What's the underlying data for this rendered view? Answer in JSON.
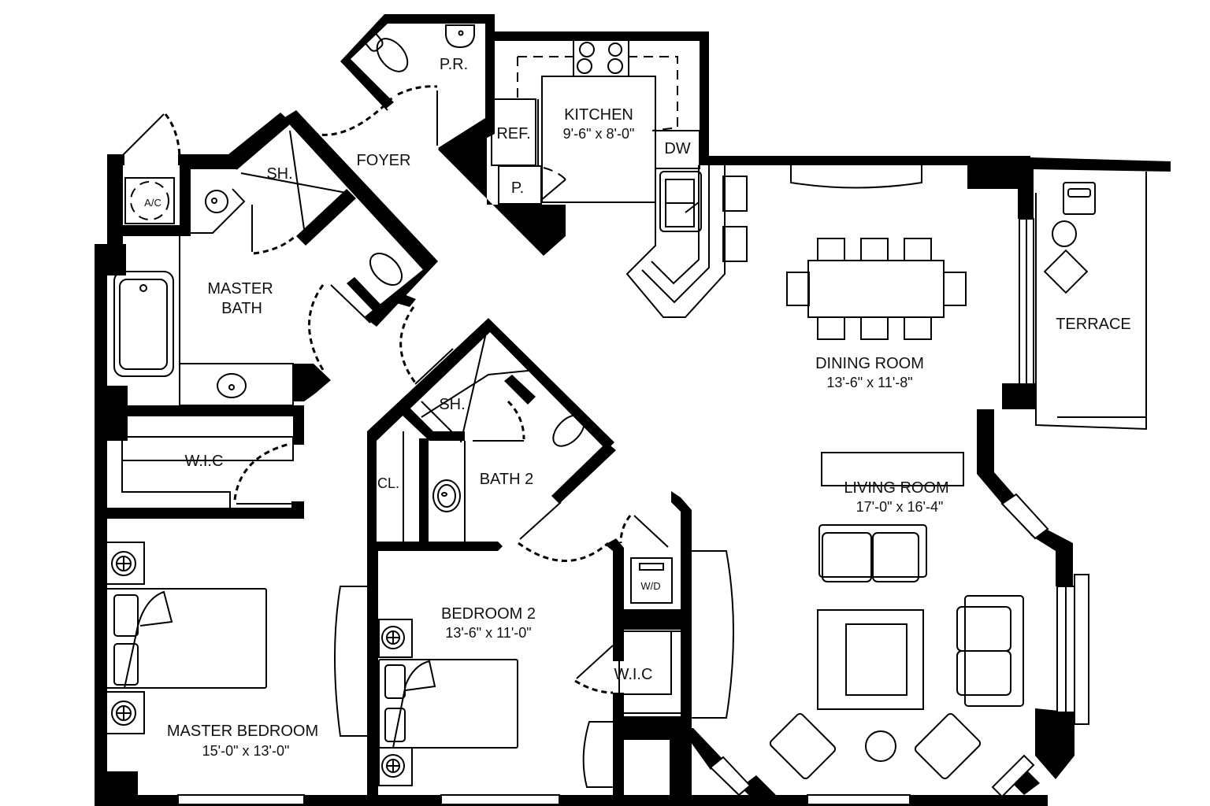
{
  "plan": {
    "rooms": {
      "powder_room": {
        "label": "P.R."
      },
      "kitchen": {
        "label": "KITCHEN",
        "dims": "9'-6\" x 8'-0\""
      },
      "refrigerator": {
        "label": "REF."
      },
      "pantry": {
        "label": "P."
      },
      "dishwasher": {
        "label": "DW"
      },
      "foyer": {
        "label": "FOYER"
      },
      "master_shower": {
        "label": "SH."
      },
      "ac": {
        "label": "A/C"
      },
      "master_bath": {
        "label_line1": "MASTER",
        "label_line2": "BATH"
      },
      "master_wic": {
        "label": "W.I.C"
      },
      "dining_room": {
        "label": "DINING ROOM",
        "dims": "13'-6\" x 11'-8\""
      },
      "terrace": {
        "label": "TERRACE"
      },
      "bath2_shower": {
        "label": "SH."
      },
      "bath2": {
        "label": "BATH 2"
      },
      "closet": {
        "label": "CL."
      },
      "washer_dryer": {
        "label": "W/D"
      },
      "living_room": {
        "label": "LIVING ROOM",
        "dims": "17'-0\" x 16'-4\""
      },
      "bedroom2": {
        "label": "BEDROOM 2",
        "dims": "13'-6\" x 11'-0\""
      },
      "bedroom2_wic": {
        "label": "W.I.C"
      },
      "master_bedroom": {
        "label": "MASTER BEDROOM",
        "dims": "15'-0\" x 13'-0\""
      }
    },
    "colors": {
      "wall": "#000000",
      "background": "#ffffff",
      "text": "#111111"
    }
  }
}
